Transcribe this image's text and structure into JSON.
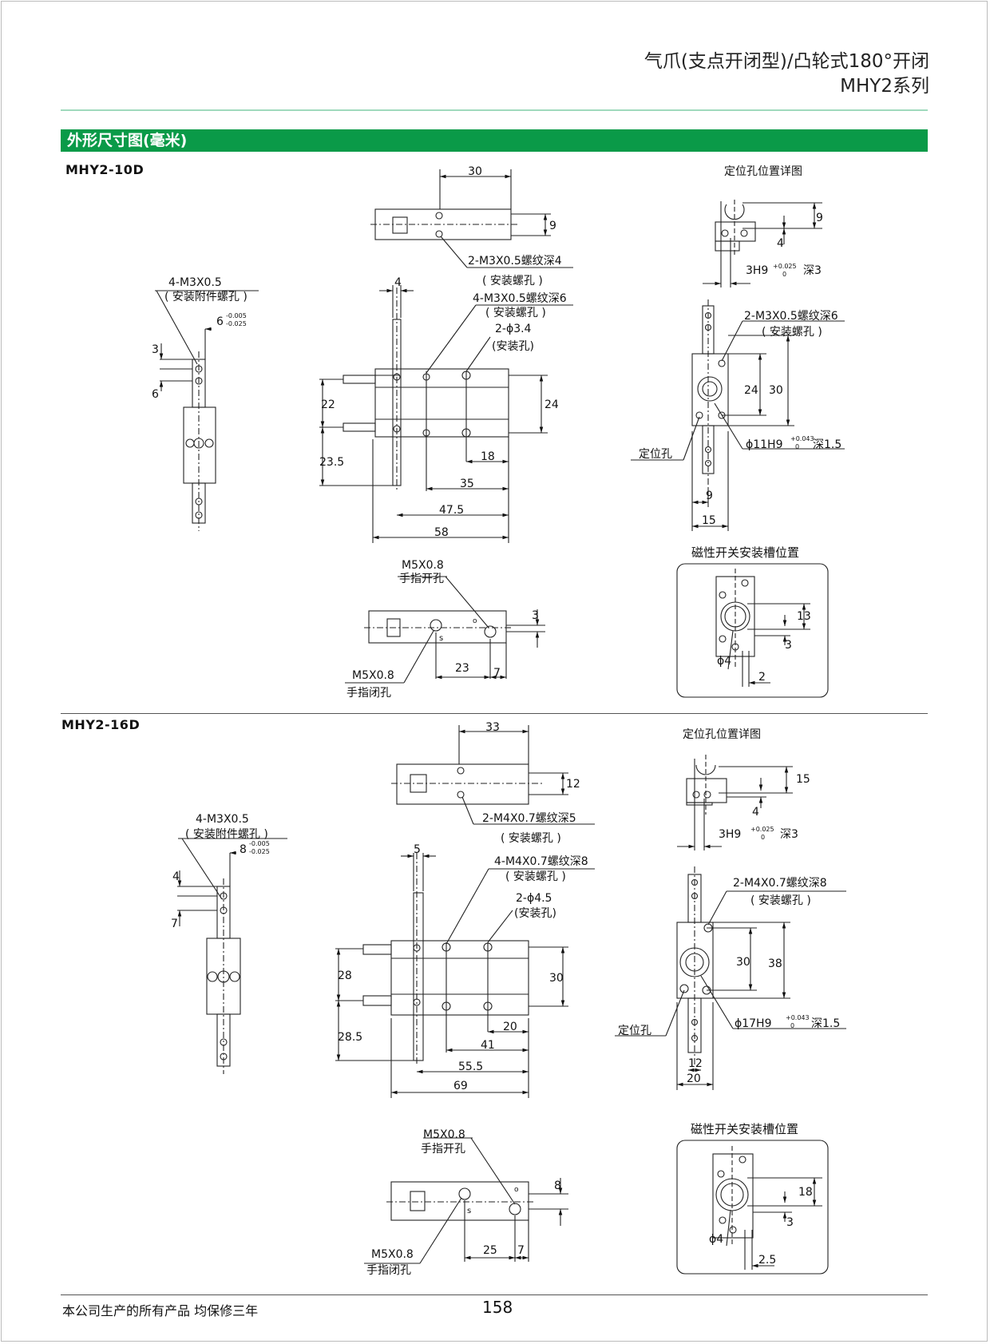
{
  "header": {
    "title": "气爪(支点开闭型)/凸轮式180°开闭",
    "series": "MHY2系列"
  },
  "section_title": "外形尺寸图(毫米)",
  "footer": {
    "note": "本公司生产的所有产品 均保修三年",
    "page_number": "158"
  },
  "colors": {
    "accent": "#0a9a48",
    "rule": "#9fd9bd"
  },
  "m10": {
    "model": "MHY2-10D",
    "detail_title": "定位孔位置详图",
    "slot_title": "磁性开关安装槽位置",
    "top": {
      "d30": "30",
      "d9": "9",
      "thread": "2-M3X0.5螺纹深4",
      "thread_note": "( 安装螺孔 )"
    },
    "side": {
      "thread": "4-M3X0.5",
      "note": "( 安装附件螺孔 )",
      "width": "6",
      "tol_up": "-0.005",
      "tol_dn": "-0.025",
      "d3": "3",
      "d6": "6"
    },
    "front": {
      "d4": "4",
      "thread": "4-M3X0.5螺纹深6",
      "thread_note": "( 安装螺孔 )",
      "hole": "2-ϕ3.4",
      "hole_note": "(安装孔)",
      "d22": "22",
      "d24": "24",
      "d23_5": "23.5",
      "d18": "18",
      "d35": "35",
      "d47_5": "47.5",
      "d58": "58"
    },
    "detail": {
      "d9": "9",
      "d4": "4",
      "fit": "3H9",
      "tol_up": "+0.025",
      "tol_dn": "0",
      "depth": "深3"
    },
    "right": {
      "thread": "2-M3X0.5螺纹深6",
      "thread_note": "( 安装螺孔 )",
      "d24": "24",
      "d30": "30",
      "fit": "ϕ11H9",
      "tol_up": "+0.043",
      "tol_dn": "0",
      "depth": "深1.5",
      "locate": "定位孔",
      "d9": "9",
      "d15": "15"
    },
    "bottom": {
      "open_thread": "M5X0.8",
      "open_label": "手指开孔",
      "d3": "3",
      "close_thread": "M5X0.8",
      "close_label": "手指闭孔",
      "d23": "23",
      "d7": "7",
      "o": "o",
      "s": "s"
    },
    "slot": {
      "d13": "13",
      "d3": "3",
      "phi4": "ϕ4",
      "d2": "2"
    }
  },
  "m16": {
    "model": "MHY2-16D",
    "detail_title": "定位孔位置详图",
    "slot_title": "磁性开关安装槽位置",
    "top": {
      "d33": "33",
      "d12": "12",
      "thread": "2-M4X0.7螺纹深5",
      "thread_note": "( 安装螺孔 )"
    },
    "side": {
      "thread": "4-M3X0.5",
      "note": "( 安装附件螺孔 )",
      "width": "8",
      "tol_up": "-0.005",
      "tol_dn": "-0.025",
      "d4": "4",
      "d7": "7"
    },
    "front": {
      "d5": "5",
      "thread": "4-M4X0.7螺纹深8",
      "thread_note": "( 安装螺孔 )",
      "hole": "2-ϕ4.5",
      "hole_note": "(安装孔)",
      "d28": "28",
      "d30": "30",
      "d28_5": "28.5",
      "d20": "20",
      "d41": "41",
      "d55_5": "55.5",
      "d69": "69"
    },
    "detail": {
      "d15": "15",
      "d4": "4",
      "fit": "3H9",
      "tol_up": "+0.025",
      "tol_dn": "0",
      "depth": "深3"
    },
    "right": {
      "thread": "2-M4X0.7螺纹深8",
      "thread_note": "( 安装螺孔 )",
      "d30": "30",
      "d38": "38",
      "fit": "ϕ17H9",
      "tol_up": "+0.043",
      "tol_dn": "0",
      "depth": "深1.5",
      "locate": "定位孔",
      "d12": "12",
      "d20": "20"
    },
    "bottom": {
      "open_thread": "M5X0.8",
      "open_label": "手指开孔",
      "d8": "8",
      "close_thread": "M5X0.8",
      "close_label": "手指闭孔",
      "d25": "25",
      "d7": "7",
      "o": "o",
      "s": "s"
    },
    "slot": {
      "d18": "18",
      "d3": "3",
      "phi4": "ϕ4",
      "d2_5": "2.5"
    }
  }
}
